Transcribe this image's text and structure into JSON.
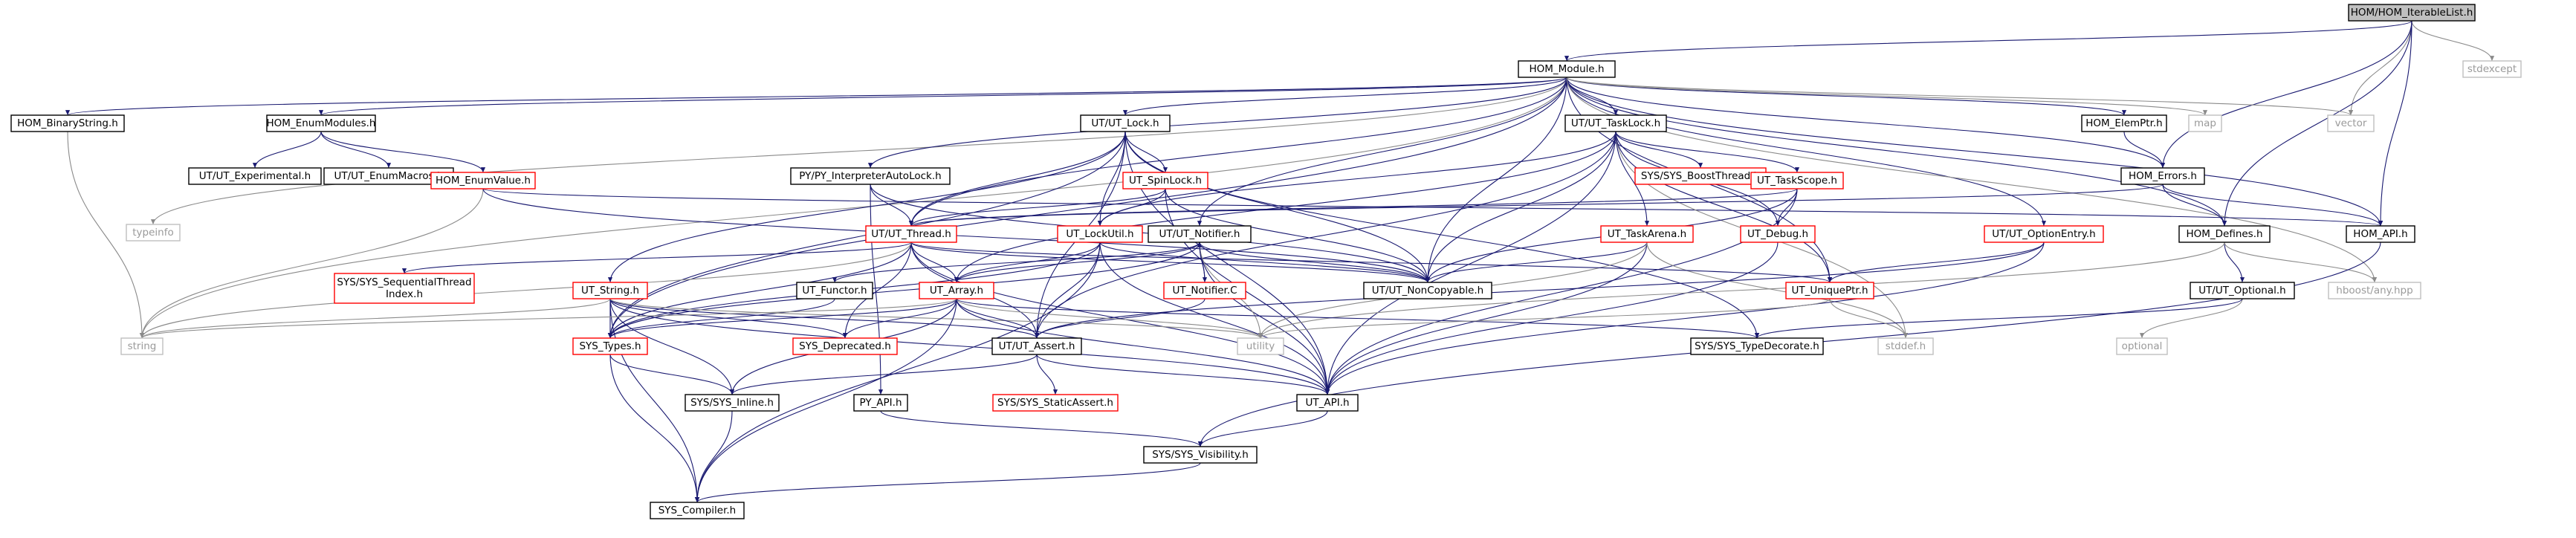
{
  "graph": {
    "title": "HOM/HOM_IterableList.h",
    "colors": {
      "root_fill": "#bfbfbf",
      "node_border": "#000000",
      "missing_border": "#bfbfbf",
      "missing_text": "#9a9a9a",
      "incomplete_border": "#ff0000",
      "edge": "#191970",
      "edge_light": "#8a8a8a"
    },
    "nodes": [
      {
        "id": "root",
        "label": "HOM/HOM_IterableList.h",
        "style": "root"
      },
      {
        "id": "hom_module",
        "label": "HOM_Module.h",
        "style": "normal"
      },
      {
        "id": "stdexcept",
        "label": "stdexcept",
        "style": "missing"
      },
      {
        "id": "hom_binarystring",
        "label": "HOM_BinaryString.h",
        "style": "normal"
      },
      {
        "id": "hom_enummodules",
        "label": "HOM_EnumModules.h",
        "style": "normal"
      },
      {
        "id": "ut_lock",
        "label": "UT/UT_Lock.h",
        "style": "normal"
      },
      {
        "id": "ut_tasklock",
        "label": "UT/UT_TaskLock.h",
        "style": "normal"
      },
      {
        "id": "hom_elemptr",
        "label": "HOM_ElemPtr.h",
        "style": "normal"
      },
      {
        "id": "map",
        "label": "map",
        "style": "missing"
      },
      {
        "id": "vector",
        "label": "vector",
        "style": "missing"
      },
      {
        "id": "ut_experimental",
        "label": "UT/UT_Experimental.h",
        "style": "normal"
      },
      {
        "id": "ut_enummacros",
        "label": "UT/UT_EnumMacros.h",
        "style": "normal"
      },
      {
        "id": "hom_enumvalue",
        "label": "HOM_EnumValue.h",
        "style": "incomplete"
      },
      {
        "id": "py_interp",
        "label": "PY/PY_InterpreterAutoLock.h",
        "style": "normal"
      },
      {
        "id": "ut_spinlock",
        "label": "UT_SpinLock.h",
        "style": "incomplete"
      },
      {
        "id": "sys_boostthread",
        "label": "SYS/SYS_BoostThread.h",
        "style": "incomplete"
      },
      {
        "id": "ut_taskscope",
        "label": "UT_TaskScope.h",
        "style": "incomplete"
      },
      {
        "id": "hom_errors",
        "label": "HOM_Errors.h",
        "style": "normal"
      },
      {
        "id": "typeinfo",
        "label": "typeinfo",
        "style": "missing"
      },
      {
        "id": "ut_thread",
        "label": "UT/UT_Thread.h",
        "style": "incomplete"
      },
      {
        "id": "ut_lockutil",
        "label": "UT_LockUtil.h",
        "style": "incomplete"
      },
      {
        "id": "ut_notifier",
        "label": "UT/UT_Notifier.h",
        "style": "normal"
      },
      {
        "id": "ut_taskarena",
        "label": "UT_TaskArena.h",
        "style": "incomplete"
      },
      {
        "id": "ut_debug",
        "label": "UT_Debug.h",
        "style": "incomplete"
      },
      {
        "id": "ut_optionentry",
        "label": "UT/UT_OptionEntry.h",
        "style": "incomplete"
      },
      {
        "id": "hom_defines",
        "label": "HOM_Defines.h",
        "style": "normal"
      },
      {
        "id": "hom_api",
        "label": "HOM_API.h",
        "style": "normal"
      },
      {
        "id": "sys_seqthread",
        "label": "SYS/SYS_SequentialThread\nIndex.h",
        "style": "incomplete"
      },
      {
        "id": "ut_string",
        "label": "UT_String.h",
        "style": "incomplete"
      },
      {
        "id": "ut_functor",
        "label": "UT_Functor.h",
        "style": "normal"
      },
      {
        "id": "ut_array",
        "label": "UT_Array.h",
        "style": "incomplete"
      },
      {
        "id": "ut_notifier_c",
        "label": "UT_Notifier.C",
        "style": "incomplete"
      },
      {
        "id": "ut_noncopyable",
        "label": "UT/UT_NonCopyable.h",
        "style": "normal"
      },
      {
        "id": "ut_uniqueptr",
        "label": "UT_UniquePtr.h",
        "style": "incomplete"
      },
      {
        "id": "ut_optional",
        "label": "UT/UT_Optional.h",
        "style": "normal"
      },
      {
        "id": "hboost_any",
        "label": "hboost/any.hpp",
        "style": "missing"
      },
      {
        "id": "string",
        "label": "string",
        "style": "missing"
      },
      {
        "id": "sys_types",
        "label": "SYS_Types.h",
        "style": "incomplete"
      },
      {
        "id": "sys_deprecated",
        "label": "SYS_Deprecated.h",
        "style": "incomplete"
      },
      {
        "id": "ut_assert",
        "label": "UT/UT_Assert.h",
        "style": "normal"
      },
      {
        "id": "utility",
        "label": "utility",
        "style": "missing"
      },
      {
        "id": "sys_typedecorate",
        "label": "SYS/SYS_TypeDecorate.h",
        "style": "normal"
      },
      {
        "id": "stddef",
        "label": "stddef.h",
        "style": "missing"
      },
      {
        "id": "optional",
        "label": "optional",
        "style": "missing"
      },
      {
        "id": "sys_inline",
        "label": "SYS/SYS_Inline.h",
        "style": "normal"
      },
      {
        "id": "py_api",
        "label": "PY_API.h",
        "style": "normal"
      },
      {
        "id": "sys_staticassert",
        "label": "SYS/SYS_StaticAssert.h",
        "style": "incomplete"
      },
      {
        "id": "ut_api",
        "label": "UT_API.h",
        "style": "normal"
      },
      {
        "id": "sys_visibility",
        "label": "SYS/SYS_Visibility.h",
        "style": "normal"
      },
      {
        "id": "sys_compiler",
        "label": "SYS_Compiler.h",
        "style": "normal"
      }
    ],
    "edges": [
      [
        "root",
        "hom_module"
      ],
      [
        "root",
        "stdexcept"
      ],
      [
        "root",
        "vector"
      ],
      [
        "root",
        "hom_errors"
      ],
      [
        "root",
        "hom_defines"
      ],
      [
        "root",
        "hom_api"
      ],
      [
        "hom_module",
        "hom_binarystring"
      ],
      [
        "hom_module",
        "hom_enummodules"
      ],
      [
        "hom_module",
        "ut_lock"
      ],
      [
        "hom_module",
        "ut_tasklock"
      ],
      [
        "hom_module",
        "hom_elemptr"
      ],
      [
        "hom_module",
        "map"
      ],
      [
        "hom_module",
        "vector"
      ],
      [
        "hom_module",
        "hom_errors"
      ],
      [
        "hom_module",
        "hom_defines"
      ],
      [
        "hom_module",
        "hom_api"
      ],
      [
        "hom_module",
        "string"
      ],
      [
        "hom_module",
        "typeinfo"
      ],
      [
        "hom_module",
        "py_interp"
      ],
      [
        "hom_module",
        "ut_thread"
      ],
      [
        "hom_module",
        "ut_notifier"
      ],
      [
        "hom_module",
        "ut_optionentry"
      ],
      [
        "hom_module",
        "ut_noncopyable"
      ],
      [
        "hom_module",
        "sys_types"
      ],
      [
        "hom_module",
        "ut_uniqueptr"
      ],
      [
        "hom_module",
        "hboost_any"
      ],
      [
        "hom_binarystring",
        "string"
      ],
      [
        "hom_enummodules",
        "ut_experimental"
      ],
      [
        "hom_enummodules",
        "ut_enummacros"
      ],
      [
        "hom_enummodules",
        "hom_enumvalue"
      ],
      [
        "hom_enumvalue",
        "string"
      ],
      [
        "hom_enumvalue",
        "hom_api"
      ],
      [
        "hom_enumvalue",
        "ut_noncopyable"
      ],
      [
        "ut_lock",
        "ut_spinlock"
      ],
      [
        "ut_lock",
        "ut_lockutil"
      ],
      [
        "ut_lock",
        "ut_string"
      ],
      [
        "ut_lock",
        "ut_noncopyable"
      ],
      [
        "ut_lock",
        "ut_api"
      ],
      [
        "ut_lock",
        "ut_thread"
      ],
      [
        "ut_lock",
        "sys_types"
      ],
      [
        "ut_lock",
        "ut_assert"
      ],
      [
        "ut_lock",
        "sys_typedecorate"
      ],
      [
        "ut_spinlock",
        "ut_thread"
      ],
      [
        "ut_spinlock",
        "ut_lockutil"
      ],
      [
        "ut_spinlock",
        "ut_noncopyable"
      ],
      [
        "ut_spinlock",
        "ut_api"
      ],
      [
        "ut_tasklock",
        "sys_boostthread"
      ],
      [
        "ut_tasklock",
        "ut_taskscope"
      ],
      [
        "ut_tasklock",
        "ut_debug"
      ],
      [
        "ut_tasklock",
        "ut_taskarena"
      ],
      [
        "ut_tasklock",
        "ut_lockutil"
      ],
      [
        "ut_tasklock",
        "ut_array"
      ],
      [
        "ut_tasklock",
        "ut_noncopyable"
      ],
      [
        "ut_tasklock",
        "ut_api"
      ],
      [
        "ut_tasklock",
        "ut_assert"
      ],
      [
        "ut_tasklock",
        "stddef"
      ],
      [
        "ut_tasklock",
        "ut_uniqueptr"
      ],
      [
        "ut_taskscope",
        "ut_debug"
      ],
      [
        "ut_taskscope",
        "ut_thread"
      ],
      [
        "ut_taskscope",
        "ut_noncopyable"
      ],
      [
        "ut_taskscope",
        "ut_api"
      ],
      [
        "ut_taskarena",
        "ut_noncopyable"
      ],
      [
        "ut_taskarena",
        "ut_api"
      ],
      [
        "ut_taskarena",
        "stddef"
      ],
      [
        "ut_taskarena",
        "utility"
      ],
      [
        "ut_debug",
        "ut_api"
      ],
      [
        "hom_elemptr",
        "hom_errors"
      ],
      [
        "hom_errors",
        "hom_defines"
      ],
      [
        "hom_errors",
        "hom_api"
      ],
      [
        "hom_errors",
        "ut_thread"
      ],
      [
        "py_interp",
        "ut_thread"
      ],
      [
        "py_interp",
        "py_api"
      ],
      [
        "py_interp",
        "ut_noncopyable"
      ],
      [
        "ut_thread",
        "sys_seqthread"
      ],
      [
        "ut_thread",
        "sys_types"
      ],
      [
        "ut_thread",
        "ut_array"
      ],
      [
        "ut_thread",
        "ut_assert"
      ],
      [
        "ut_thread",
        "ut_api"
      ],
      [
        "ut_thread",
        "ut_uniqueptr"
      ],
      [
        "ut_thread",
        "ut_noncopyable"
      ],
      [
        "ut_thread",
        "sys_deprecated"
      ],
      [
        "ut_thread",
        "string"
      ],
      [
        "ut_lockutil",
        "ut_array"
      ],
      [
        "ut_lockutil",
        "ut_noncopyable"
      ],
      [
        "ut_lockutil",
        "ut_assert"
      ],
      [
        "ut_lockutil",
        "sys_compiler"
      ],
      [
        "ut_lockutil",
        "sys_types"
      ],
      [
        "ut_lockutil",
        "ut_api"
      ],
      [
        "ut_notifier",
        "ut_functor"
      ],
      [
        "ut_notifier",
        "ut_array"
      ],
      [
        "ut_notifier",
        "ut_notifier_c"
      ],
      [
        "ut_notifier",
        "ut_api"
      ],
      [
        "ut_notifier",
        "utility"
      ],
      [
        "ut_notifier",
        "sys_types"
      ],
      [
        "ut_notifier",
        "ut_noncopyable"
      ],
      [
        "ut_notifier_c",
        "ut_notifier"
      ],
      [
        "ut_notifier_c",
        "ut_assert"
      ],
      [
        "ut_functor",
        "sys_types"
      ],
      [
        "ut_optionentry",
        "ut_uniqueptr"
      ],
      [
        "ut_optionentry",
        "ut_api"
      ],
      [
        "ut_optionentry",
        "ut_assert"
      ],
      [
        "hom_defines",
        "ut_optional"
      ],
      [
        "hom_defines",
        "hboost_any"
      ],
      [
        "hom_defines",
        "utility"
      ],
      [
        "hom_api",
        "sys_visibility"
      ],
      [
        "ut_optional",
        "optional"
      ],
      [
        "ut_optional",
        "sys_typedecorate"
      ],
      [
        "ut_string",
        "sys_types"
      ],
      [
        "ut_string",
        "ut_assert"
      ],
      [
        "ut_string",
        "ut_api"
      ],
      [
        "ut_string",
        "sys_inline"
      ],
      [
        "ut_string",
        "sys_compiler"
      ],
      [
        "ut_string",
        "string"
      ],
      [
        "ut_string",
        "sys_deprecated"
      ],
      [
        "ut_string",
        "utility"
      ],
      [
        "ut_array",
        "sys_types"
      ],
      [
        "ut_array",
        "ut_assert"
      ],
      [
        "ut_array",
        "ut_api"
      ],
      [
        "ut_array",
        "sys_compiler"
      ],
      [
        "ut_array",
        "sys_deprecated"
      ],
      [
        "ut_array",
        "utility"
      ],
      [
        "ut_array",
        "sys_inline"
      ],
      [
        "ut_array",
        "sys_typedecorate"
      ],
      [
        "ut_array",
        "string"
      ],
      [
        "ut_uniqueptr",
        "stddef"
      ],
      [
        "ut_uniqueptr",
        "utility"
      ],
      [
        "sys_types",
        "sys_inline"
      ],
      [
        "sys_types",
        "sys_compiler"
      ],
      [
        "ut_assert",
        "ut_api"
      ],
      [
        "ut_assert",
        "sys_staticassert"
      ],
      [
        "ut_assert",
        "sys_inline"
      ],
      [
        "sys_inline",
        "sys_compiler"
      ],
      [
        "py_api",
        "sys_visibility"
      ],
      [
        "ut_api",
        "sys_visibility"
      ],
      [
        "sys_visibility",
        "sys_compiler"
      ]
    ]
  }
}
